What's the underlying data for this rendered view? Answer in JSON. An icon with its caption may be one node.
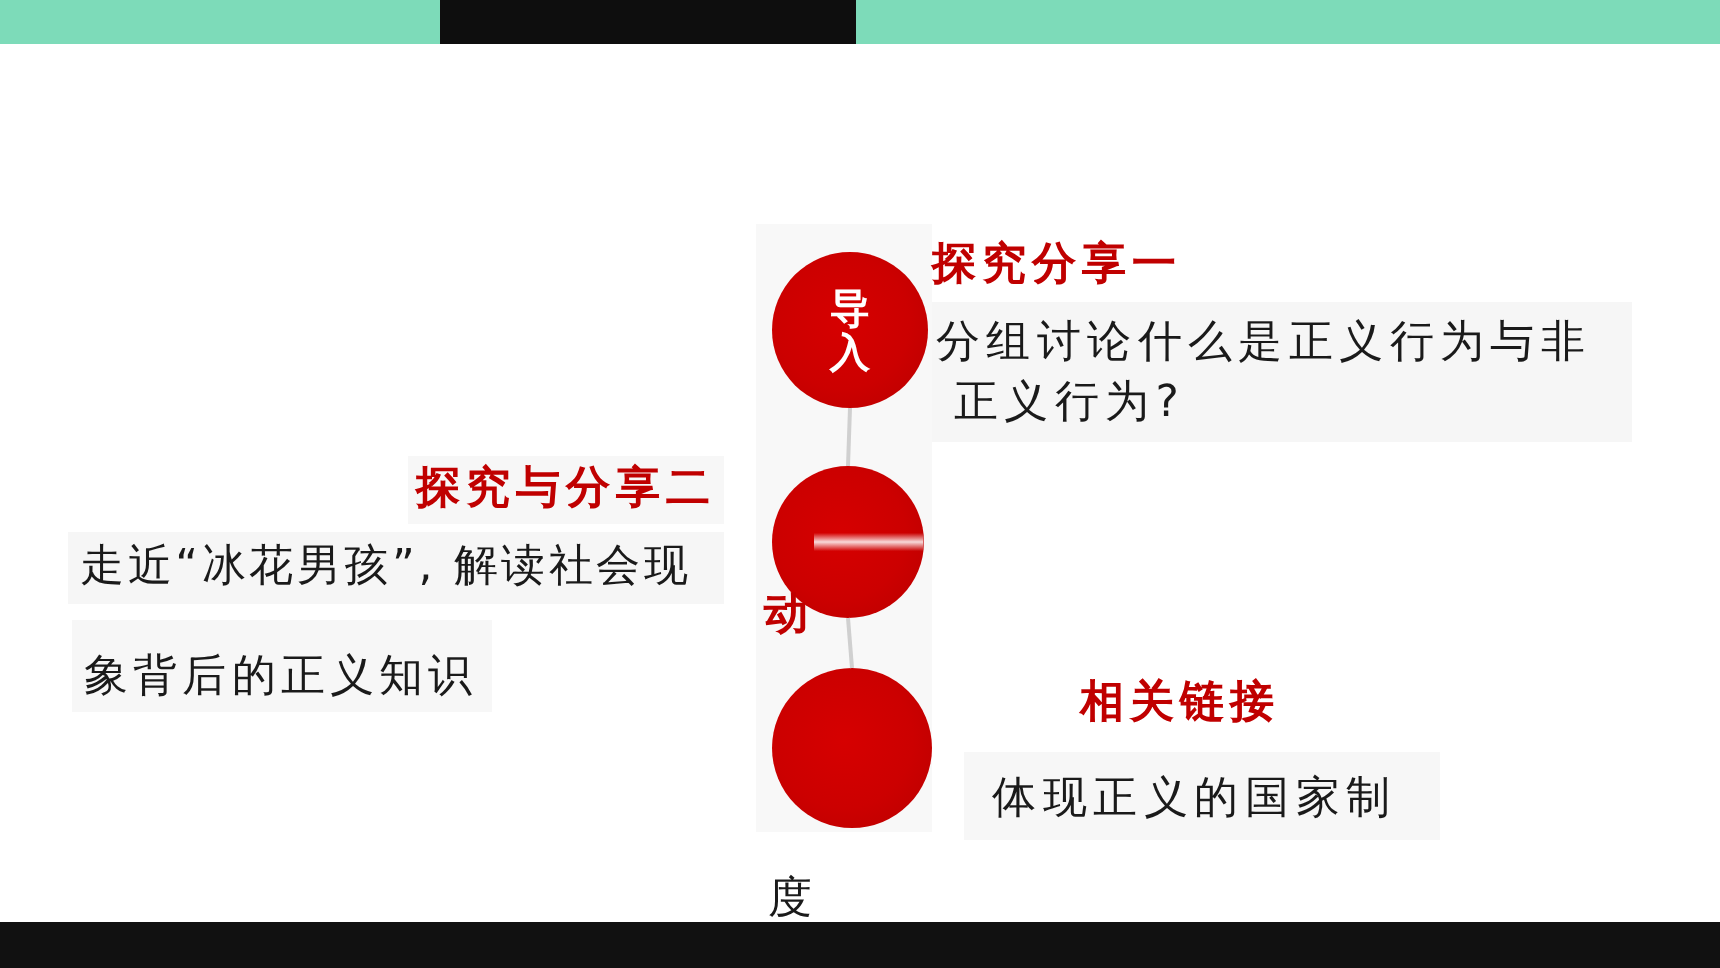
{
  "diagram": {
    "nodes": [
      {
        "text": [
          "导入"
        ]
      },
      {
        "text": [],
        "shape": "circle"
      },
      {
        "text": [],
        "shape": "circle"
      }
    ],
    "edges": [
      {
        "from": 0,
        "to": 1,
        "arrow": "none"
      },
      {
        "from": 1,
        "to": 2,
        "arrow": "none"
      }
    ],
    "labels": [
      "探究分享一",
      "分组讨论什么是正义行为与非正义行为?",
      "探究与分享二",
      "走近“冰花男孩”, 解读社会现",
      "动",
      "象背后的正义知识",
      "相关链接",
      "体现正义的国家制",
      "度"
    ]
  }
}
